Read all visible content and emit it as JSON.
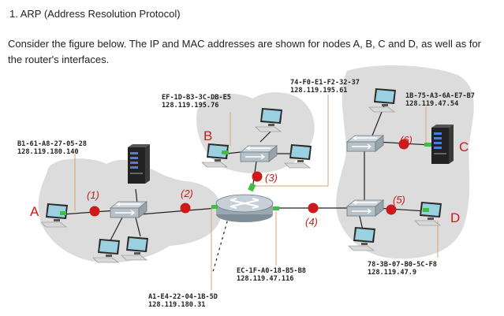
{
  "question": {
    "title": "1.   ARP (Address Resolution Protocol)",
    "text": "Consider the figure below. The IP and MAC addresses are shown for nodes A, B, C and D, as well as for the router's interfaces."
  },
  "nodes": {
    "A": {
      "label": "A",
      "mac": "B1-61-A8-27-05-28",
      "ip": "128.119.180.140"
    },
    "B": {
      "label": "B",
      "mac": "EF-1D-B3-3C-DB-E5",
      "ip": "128.119.195.76"
    },
    "C": {
      "label": "C",
      "mac": "1B-75-A3-6A-E7-B7",
      "ip": "128.119.47.54"
    },
    "D": {
      "label": "D",
      "mac": "78-3B-07-B0-5C-F8",
      "ip": "128.119.47.9"
    }
  },
  "router_interfaces": {
    "if_left": {
      "mac": "A1-E4-22-04-1B-5D",
      "ip": "128.119.180.31"
    },
    "if_top": {
      "mac": "74-F0-E1-F2-32-37",
      "ip": "128.119.195.61"
    },
    "if_right": {
      "mac": "EC-1F-A0-18-B5-B8",
      "ip": "128.119.47.116"
    }
  },
  "points": [
    "(1)",
    "(2)",
    "(3)",
    "(4)",
    "(5)",
    "(6)"
  ],
  "colors": {
    "accent_red": "#cc1a1a",
    "cable_green": "#3fbf3f",
    "subnet_fill": "#dcdcdc"
  }
}
